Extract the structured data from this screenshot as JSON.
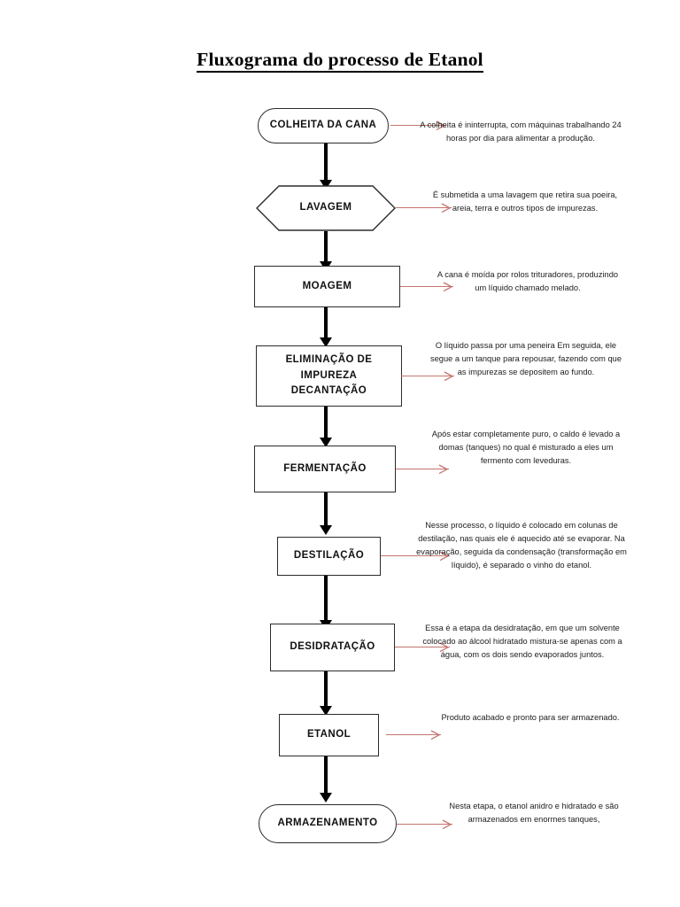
{
  "document": {
    "title": "Fluxograma do processo de Etanol"
  },
  "colors": {
    "node_border": "#2b2b2b",
    "connector": "#000000",
    "annotation_arrow": "#c4756e",
    "text": "#1a1a1a",
    "background": "#ffffff"
  },
  "flow": {
    "steps": [
      {
        "id": "colheita",
        "shape": "stadium",
        "label": "COLHEITA DA CANA",
        "description": "A colheita é ininterrupta, com máquinas trabalhando 24 horas por dia para alimentar a produção."
      },
      {
        "id": "lavagem",
        "shape": "hexagon",
        "label": "LAVAGEM",
        "description": "É  submetida  a uma lavagem que retira sua poeira, areia, terra e outros tipos de impurezas."
      },
      {
        "id": "moagem",
        "shape": "rectangle",
        "label": "MOAGEM",
        "description": "A cana é moída por rolos trituradores, produzindo um líquido chamado melado."
      },
      {
        "id": "eliminacao-impureza-decantacao",
        "shape": "rectangle",
        "label": "ELIMINAÇÃO DE\nIMPUREZA\nDECANTAÇÃO",
        "description": "O líquido passa por uma peneira  Em seguida, ele segue a um tanque para repousar, fazendo com que as impurezas se depositem ao fundo."
      },
      {
        "id": "fermentacao",
        "shape": "rectangle",
        "label": "FERMENTAÇÃO",
        "description": "Após estar completamente puro, o caldo é levado a domas (tanques) no qual é misturado a eles um fermento com leveduras."
      },
      {
        "id": "destilacao",
        "shape": "rectangle",
        "label": "DESTILAÇÃO",
        "description": "Nesse processo, o líquido é colocado em colunas de destilação, nas quais ele é aquecido até se evaporar. Na evaporação, seguida da condensação (transformação em líquido), é separado o vinho do etanol."
      },
      {
        "id": "desidratacao",
        "shape": "rectangle",
        "label": "DESIDRATAÇÃO",
        "description": "Essa é a etapa da desidratação, em que um solvente colocado ao álcool hidratado mistura-se apenas com a água, com os dois sendo evaporados juntos."
      },
      {
        "id": "etanol",
        "shape": "rectangle",
        "label": "ETANOL",
        "description": "Produto acabado e pronto para ser armazenado."
      },
      {
        "id": "armazenamento",
        "shape": "stadium",
        "label": "ARMAZENAMENTO",
        "description": "Nesta etapa, o etanol anidro e hidratado e são armazenados em enormes tanques,"
      }
    ]
  }
}
